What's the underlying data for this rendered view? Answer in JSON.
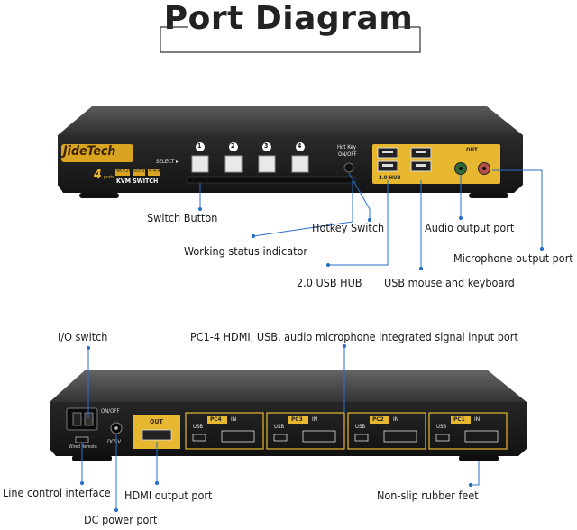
{
  "title": "Port Diagram",
  "brand": "JideTech",
  "model": {
    "ports_count": "4",
    "ports_word": "ports",
    "badges": [
      "4K×2K",
      "60Hz",
      "4:4:4"
    ],
    "name": "KVM SWITCH"
  },
  "front_panel": {
    "select_label": "SELECT ▸",
    "button_numbers": [
      "1",
      "2",
      "3",
      "4"
    ],
    "hotkey_label_line1": "Hot Key",
    "hotkey_label_line2": "ON/OFF",
    "usb_hub_label": "2.0 HUB",
    "out_label": "OUT"
  },
  "back_panel": {
    "on_off": "ON/OFF",
    "dc": "DC5V",
    "wired_remote": "Wired Remote",
    "out_label": "OUT",
    "ports": [
      {
        "usb": "USB",
        "pc": "PC4",
        "in": "IN"
      },
      {
        "usb": "USB",
        "pc": "PC3",
        "in": "IN"
      },
      {
        "usb": "USB",
        "pc": "PC2",
        "in": "IN"
      },
      {
        "usb": "USB",
        "pc": "PC1",
        "in": "IN"
      }
    ]
  },
  "callouts": {
    "switch_button": "Switch Button",
    "hotkey_switch": "Hotkey Switch",
    "audio_output": "Audio output port",
    "working_status": "Working status indicator",
    "microphone_output": "Microphone output port",
    "usb_hub": "2.0 USB HUB",
    "usb_mouse_keyboard": "USB mouse and keyboard",
    "io_switch": "I/O switch",
    "pc_inputs": "PC1-4 HDMI, USB, audio microphone integrated signal input port",
    "line_control": "Line control interface",
    "hdmi_output": "HDMI output port",
    "non_slip": "Non-slip rubber feet",
    "dc_power": "DC power port"
  },
  "colors": {
    "accent_gold": "#e8b730",
    "callout_blue": "#2a6fc9",
    "body_dark": "#2b2b2b"
  }
}
